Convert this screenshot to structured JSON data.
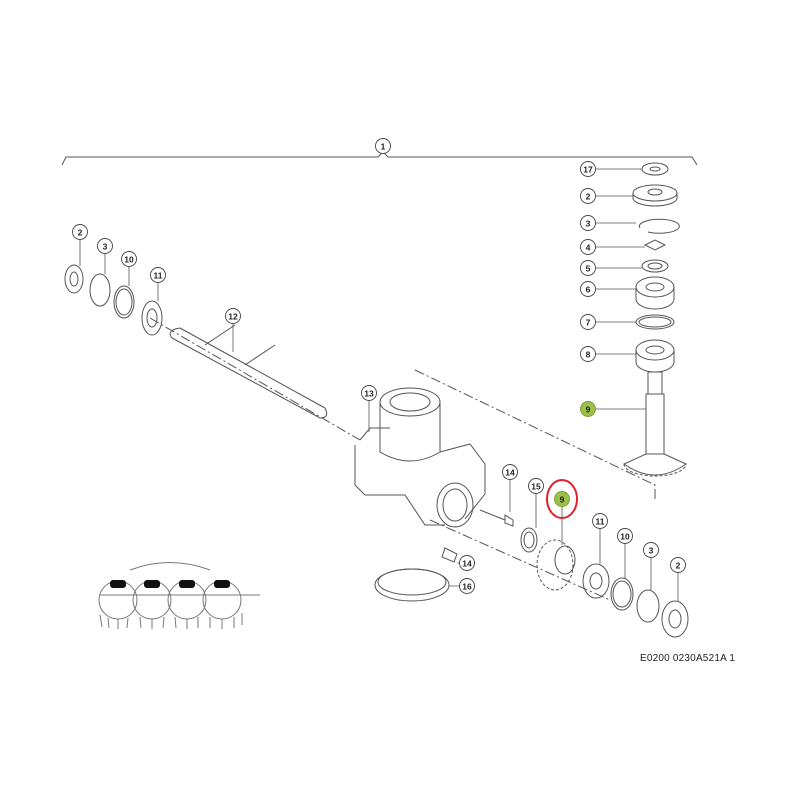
{
  "diagram": {
    "drawing_code": "E0200 0230A521A 1",
    "highlight_color": "#9cbf4a",
    "selection_color": "#e0202a",
    "callouts": [
      {
        "label": "1"
      },
      {
        "label": "17"
      },
      {
        "label": "2"
      },
      {
        "label": "3"
      },
      {
        "label": "4"
      },
      {
        "label": "5"
      },
      {
        "label": "6"
      },
      {
        "label": "7"
      },
      {
        "label": "8"
      },
      {
        "label": "9",
        "highlighted": true
      },
      {
        "label": "2"
      },
      {
        "label": "3"
      },
      {
        "label": "10"
      },
      {
        "label": "11"
      },
      {
        "label": "12"
      },
      {
        "label": "13"
      },
      {
        "label": "14"
      },
      {
        "label": "15"
      },
      {
        "label": "9",
        "highlighted": true,
        "selected": true
      },
      {
        "label": "11"
      },
      {
        "label": "10"
      },
      {
        "label": "3"
      },
      {
        "label": "2"
      },
      {
        "label": "14"
      },
      {
        "label": "16"
      }
    ]
  }
}
